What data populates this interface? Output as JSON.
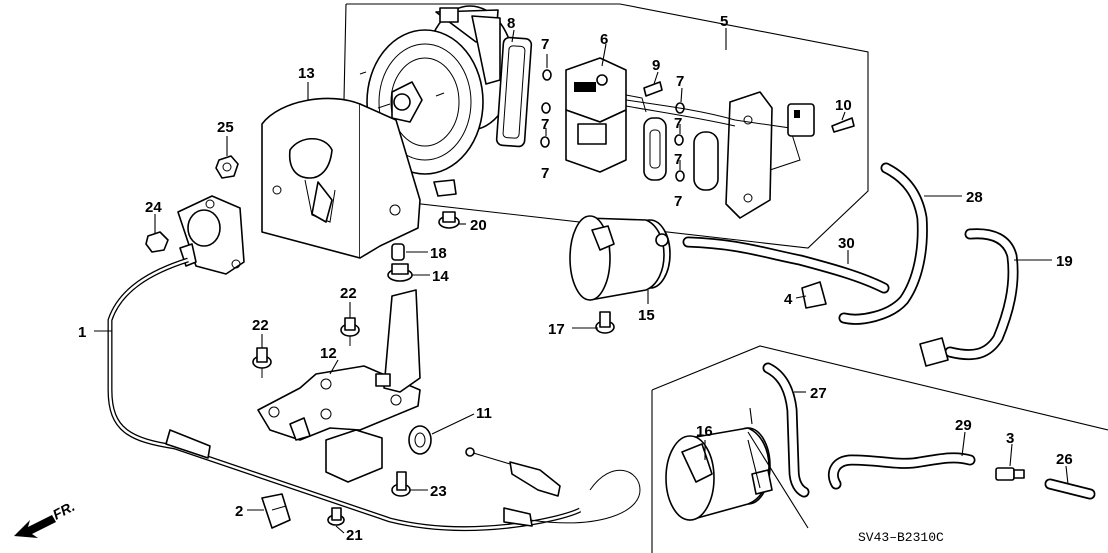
{
  "diagram_code": "SV43–B2310C",
  "direction_label": "FR.",
  "callouts": {
    "c1": "1",
    "c2": "2",
    "c3": "3",
    "c4": "4",
    "c5": "5",
    "c6": "6",
    "c7a": "7",
    "c7b": "7",
    "c7c": "7",
    "c7d": "7",
    "c7e": "7",
    "c7f": "7",
    "c7g": "7",
    "c8": "8",
    "c9": "9",
    "c10": "10",
    "c11": "11",
    "c12": "12",
    "c13": "13",
    "c14": "14",
    "c15": "15",
    "c16": "16",
    "c17": "17",
    "c18": "18",
    "c19": "19",
    "c20": "20",
    "c21": "21",
    "c22a": "22",
    "c22b": "22",
    "c23": "23",
    "c24": "24",
    "c25": "25",
    "c26": "26",
    "c27": "27",
    "c28": "28",
    "c29": "29",
    "c30": "30"
  }
}
